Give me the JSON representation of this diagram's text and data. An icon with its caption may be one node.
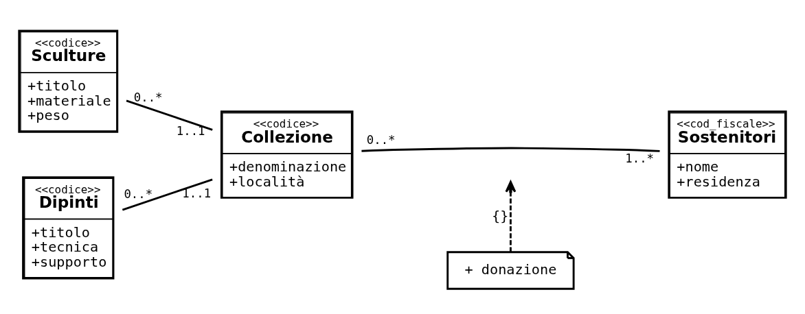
{
  "diagram": {
    "nodes": [
      {
        "text": [
          "<<codice>>",
          "Sculture",
          "+titolo",
          "+materiale",
          "+peso"
        ]
      },
      {
        "text": [
          "<<codice>>",
          "Dipinti",
          "+titolo",
          "+tecnica",
          "+supporto"
        ]
      },
      {
        "text": [
          "<<codice>>",
          "Collezione",
          "+denominazione",
          "+località"
        ]
      },
      {
        "text": [
          "<<cod_fiscale>>",
          "Sostenitori",
          "+nome",
          "+residenza"
        ]
      },
      {
        "text": [
          "+ donazione"
        ]
      }
    ],
    "edges": [
      {
        "from": 0,
        "to": 2,
        "arrow": "none"
      },
      {
        "from": 1,
        "to": 2,
        "arrow": "none"
      },
      {
        "from": 2,
        "to": 3,
        "arrow": "none"
      },
      {
        "from": 4,
        "to": null,
        "arrow": "to",
        "label": "{}",
        "style": "dashed"
      }
    ],
    "labels": [
      "0..*",
      "1..1",
      "1..1",
      "0..*",
      "0..*",
      "1..*"
    ]
  }
}
